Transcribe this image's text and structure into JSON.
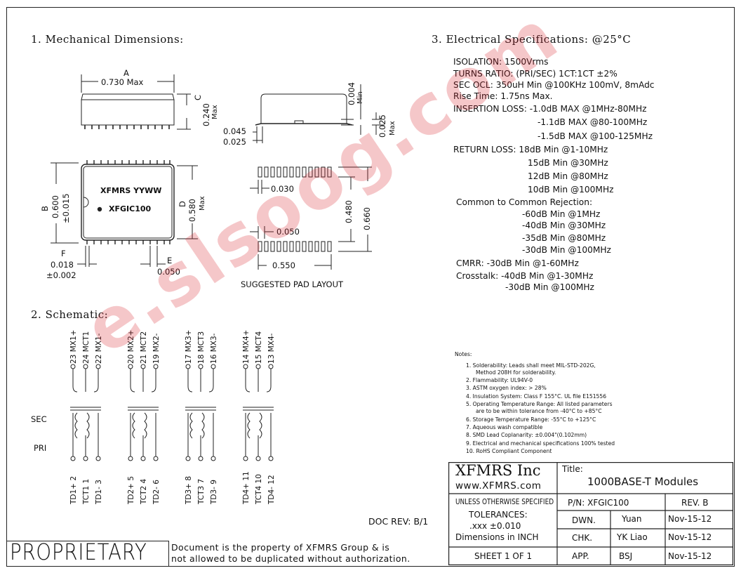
{
  "sections": {
    "mechanical": "1. Mechanical Dimensions:",
    "electrical": "3. Electrical Specifications: @25°C",
    "schematic": "2. Schematic:"
  },
  "mech": {
    "dim_a": "A",
    "dim_a_val": "0.730 Max",
    "dim_c": "C",
    "dim_c_val": "0.240",
    "dim_c_max": "Max",
    "dim_side_top": "0.004",
    "dim_side_top_min": "Min",
    "dim_side_025": "0.025",
    "dim_side_025_max": "Max",
    "dim_045": "0.045",
    "dim_025": "0.025",
    "marking1": "XFMRS YYWW",
    "marking2": "XFGIC100",
    "dim_b": "B",
    "dim_b_val": "0.600",
    "dim_b_tol": "±0.015",
    "dim_d": "D",
    "dim_d_val": "0.580",
    "dim_d_max": "Max",
    "dim_f": "F",
    "dim_f_val": "0.018",
    "dim_f_tol": "±0.002",
    "dim_e": "E",
    "dim_e_val": "0.050",
    "pad_030": "0.030",
    "pad_050": "0.050",
    "pad_480": "0.480",
    "pad_660": "0.660",
    "pad_550": "0.550",
    "pad_caption": "SUGGESTED PAD LAYOUT"
  },
  "electrical": {
    "lines": [
      "ISOLATION: 1500Vrms",
      "TURNS RATIO: (PRI/SEC) 1CT:1CT ±2%",
      "SEC OCL: 350uH Min @100KHz 100mV, 8mAdc",
      "Rise Time: 1.75ns Max.",
      "INSERTION LOSS: -1.0dB MAX @1MHz-80MHz",
      "-1.1dB MAX @80-100MHz",
      "-1.5dB MAX @100-125MHz",
      "RETURN LOSS: 18dB Min @1-10MHz",
      "15dB Min @30MHz",
      "12dB Min @80MHz",
      "10dB Min @100MHz",
      "Common to Common Rejection:",
      "-60dB Min @1MHz",
      "-40dB Min @30MHz",
      "-35dB Min @80MHz",
      "-30dB Min @100MHz",
      "CMRR: -30dB Min @1-60MHz",
      "Crosstalk: -40dB Min @1-30MHz",
      "-30dB Min @100MHz"
    ]
  },
  "schematic": {
    "sec_label": "SEC",
    "pri_label": "PRI",
    "top_pins": [
      [
        "23 MX1+",
        "24 MCT1",
        "22 MX1-"
      ],
      [
        "20 MX2+",
        "21 MCT2",
        "19 MX2-"
      ],
      [
        "17 MX3+",
        "18 MCT3",
        "16 MX3-"
      ],
      [
        "14 MX4+",
        "15 MCT4",
        "13 MX4-"
      ]
    ],
    "bottom_pins": [
      [
        "TD1+ 2",
        "TCT1 1",
        "TD1- 3"
      ],
      [
        "TD2+ 5",
        "TCT2 4",
        "TD2- 6"
      ],
      [
        "TD3+ 8",
        "TCT3 7",
        "TD3- 9"
      ],
      [
        "TD4+ 11",
        "TCT4 10",
        "TD4- 12"
      ]
    ]
  },
  "notes": {
    "title": "Notes:",
    "items": [
      "1. Solderability: Leads shall meet MIL-STD-202G,",
      "Method 208H for solderability.",
      "2. Flammability: UL94V-0",
      "3. ASTM oxygen index: > 28%",
      "4. Insulation System: Class F 155°C. UL file E151556",
      "5. Operating Temperature Range: All listed parameters",
      "are to be within tolerance from -40°C to +85°C",
      "6. Storage Temperature Range: -55°C to +125°C",
      "7. Aqueous wash compatible",
      "8. SMD Lead Coplanarity: ±0.004\"(0.102mm)",
      "9. Electrical and mechanical specifications 100% tested",
      "10. RoHS Compliant Component"
    ]
  },
  "doc_rev": "DOC REV: B/1",
  "footer": {
    "proprietary": "PROPRIETARY",
    "line1": "Document is the property of XFMRS Group & is",
    "line2": "not allowed to be duplicated without authorization."
  },
  "title_block": {
    "company": "XFMRS Inc",
    "website": "www.XFMRS.com",
    "title_label": "Title:",
    "title": "1000BASE-T Modules",
    "unless": "UNLESS OTHERWISE SPECIFIED",
    "tolerances": "TOLERANCES:",
    "tol_val": ".xxx ±0.010",
    "dims": "Dimensions in INCH",
    "sheet": "SHEET 1 OF 1",
    "pn": "P/N: XFGIC100",
    "rev": "REV. B",
    "dwn": "DWN.",
    "dwn_name": "Yuan",
    "dwn_date": "Nov-15-12",
    "chk": "CHK.",
    "chk_name": "YK Liao",
    "chk_date": "Nov-15-12",
    "app": "APP.",
    "app_name": "BSJ",
    "app_date": "Nov-15-12"
  },
  "watermark": {
    "text": "e.slsoog.com",
    "color": "#d9232e"
  }
}
